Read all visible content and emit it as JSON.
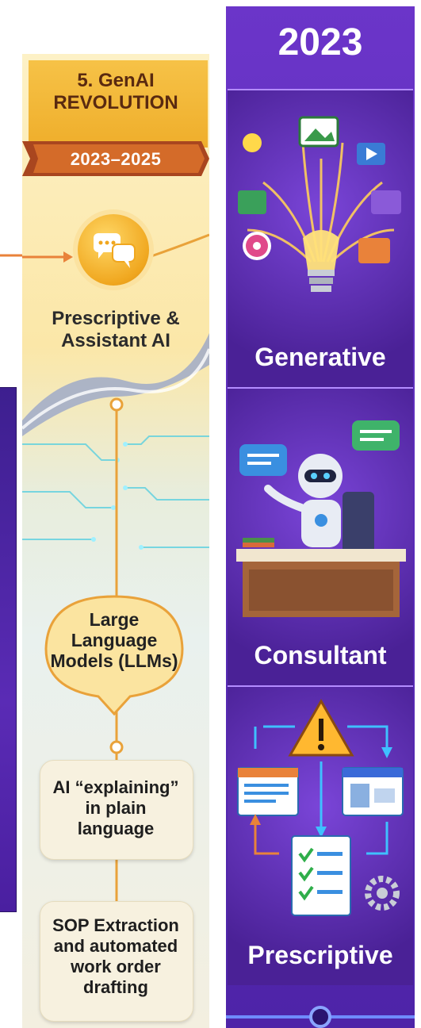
{
  "middle_column": {
    "title_line1": "5. GenAI",
    "title_line2": "REVOLUTION",
    "years": "2023–2025",
    "subtitle_line1": "Prescriptive &",
    "subtitle_line2": "Assistant AI",
    "llm_node": [
      "Large",
      "Language",
      "Models (LLMs)"
    ],
    "boxes": [
      [
        "AI “explaining”",
        "in plain",
        "language"
      ],
      [
        "SOP Extraction",
        "and automated",
        "work order",
        "drafting"
      ]
    ]
  },
  "right_column": {
    "year": "2023",
    "panels": [
      {
        "label": "Generative",
        "icon": "lightbulb-media-icon"
      },
      {
        "label": "Consultant",
        "icon": "robot-desk-icon"
      },
      {
        "label": "Prescriptive",
        "icon": "warning-checklist-icon"
      }
    ]
  },
  "colors": {
    "gold": "#efae2b",
    "purple": "#5a2bb8",
    "orange_arrow": "#e9823a"
  }
}
